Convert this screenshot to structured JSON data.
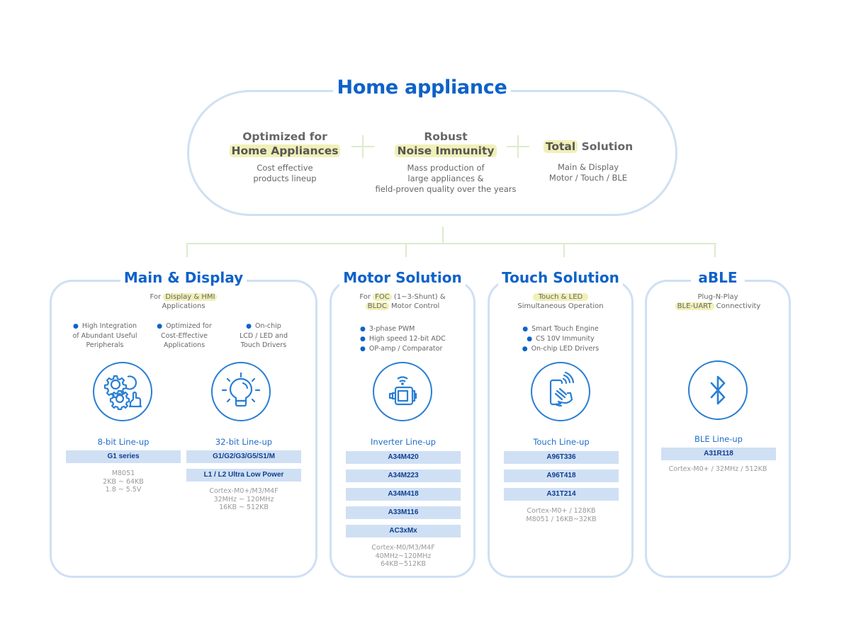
{
  "header": {
    "title": "Home appliance"
  },
  "features": [
    {
      "line1": "Optimized for",
      "highlight": "Home Appliances",
      "desc": [
        "Cost effective",
        "products lineup"
      ]
    },
    {
      "line1": "Robust",
      "highlight": "Noise Immunity",
      "desc": [
        "Mass production of",
        "large appliances &",
        "field-proven quality over the years"
      ]
    },
    {
      "highlight": "Total",
      "rest": " Solution",
      "desc": [
        "Main & Display",
        "Motor / Touch / BLE"
      ]
    }
  ],
  "main_display": {
    "title": "Main & Display",
    "sub_prefix": "For ",
    "sub_highlight": "Display & HMI",
    "sub_line2": "Applications",
    "bullets": [
      [
        "High Integration",
        "of Abundant Useful",
        "Peripherals"
      ],
      [
        "Optimized for",
        "Cost-Effective",
        "Applications"
      ],
      [
        "On-chip",
        "LCD / LED and",
        "Touch  Drivers"
      ]
    ],
    "lineup8": {
      "label": "8-bit Line-up",
      "items": [
        "G1 series"
      ],
      "spec": [
        "M8051",
        "2KB ~ 64KB",
        "1.8 ~ 5.5V"
      ]
    },
    "lineup32": {
      "label": "32-bit Line-up",
      "items": [
        "G1/G2/G3/G5/S1/M",
        "L1 / L2 Ultra Low Power"
      ],
      "spec": [
        "Cortex-M0+/M3/M4F",
        "32MHz ~ 120MHz",
        "16KB ~ 512KB"
      ]
    }
  },
  "motor": {
    "title": "Motor Solution",
    "sub_prefix": "For ",
    "sub_hl1": "FOC",
    "sub_mid": " (1~3-Shunt) &",
    "sub_hl2": "BLDC",
    "sub_end": " Motor Control",
    "bullets": [
      "3-phase PWM",
      "High speed 12-bit ADC",
      "OP-amp / Comparator"
    ],
    "lineup": {
      "label": "Inverter Line-up",
      "items": [
        "A34M420",
        "A34M223",
        "A34M418",
        "A33M116",
        "AC3xMx"
      ],
      "spec": [
        "Cortex-M0/M3/M4F",
        "40MHz~120MHz",
        "64KB~512KB"
      ]
    }
  },
  "touch": {
    "title": "Touch Solution",
    "sub_highlight": "Touch & LED",
    "sub_line2": "Simultaneous Operation",
    "bullets": [
      "Smart Touch Engine",
      "CS 10V Immunity",
      "On-chip LED Drivers"
    ],
    "lineup": {
      "label": "Touch Line-up",
      "items": [
        "A96T336",
        "A96T418",
        "A31T214"
      ],
      "spec": [
        "Cortex-M0+ / 128KB",
        "M8051 / 16KB~32KB"
      ]
    }
  },
  "able": {
    "title": "aBLE",
    "sub_line1": "Plug-N-Play",
    "sub_highlight": "BLE-UART",
    "sub_rest": " Connectivity",
    "lineup": {
      "label": "BLE Line-up",
      "items": [
        "A31R118"
      ],
      "spec": [
        "Cortex-M0+ / 32MHz / 512KB"
      ]
    }
  },
  "colors": {
    "title_blue": "#0d62c9",
    "border_blue": "#cfe0f4",
    "highlight_yellow": "#f1f0b8",
    "connector_green": "#dbeccd",
    "bar_blue": "#cfe0f4",
    "bar_text": "#123e8f"
  }
}
